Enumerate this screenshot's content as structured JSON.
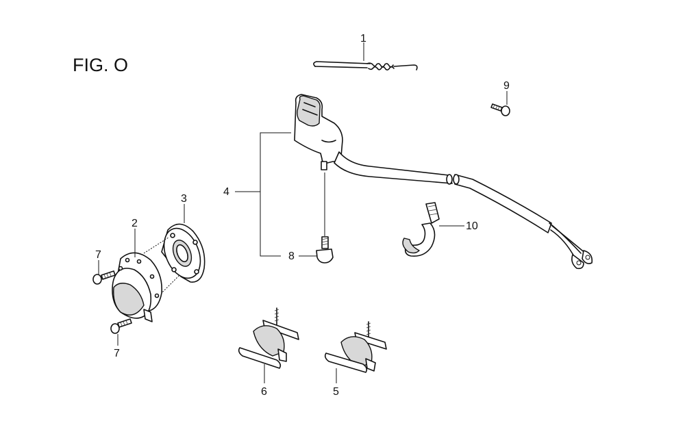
{
  "figure": {
    "title": "FIG. O"
  },
  "callouts": {
    "c1": "1",
    "c2": "2",
    "c3": "3",
    "c4": "4",
    "c5": "5",
    "c6": "6",
    "c7a": "7",
    "c7b": "7",
    "c8": "8",
    "c9": "9",
    "c10": "10"
  },
  "parts": [
    {
      "ref": "1",
      "icon": "spring-icon"
    },
    {
      "ref": "2",
      "icon": "motor-cover-icon"
    },
    {
      "ref": "3",
      "icon": "mounting-flange-icon"
    },
    {
      "ref": "4",
      "icon": "switch-harness-icon"
    },
    {
      "ref": "5",
      "icon": "rubber-mount-icon"
    },
    {
      "ref": "6",
      "icon": "rubber-mount-icon"
    },
    {
      "ref": "7",
      "icon": "bolt-icon"
    },
    {
      "ref": "8",
      "icon": "bolt-icon"
    },
    {
      "ref": "9",
      "icon": "bolt-icon"
    },
    {
      "ref": "10",
      "icon": "cable-clamp-icon"
    }
  ]
}
